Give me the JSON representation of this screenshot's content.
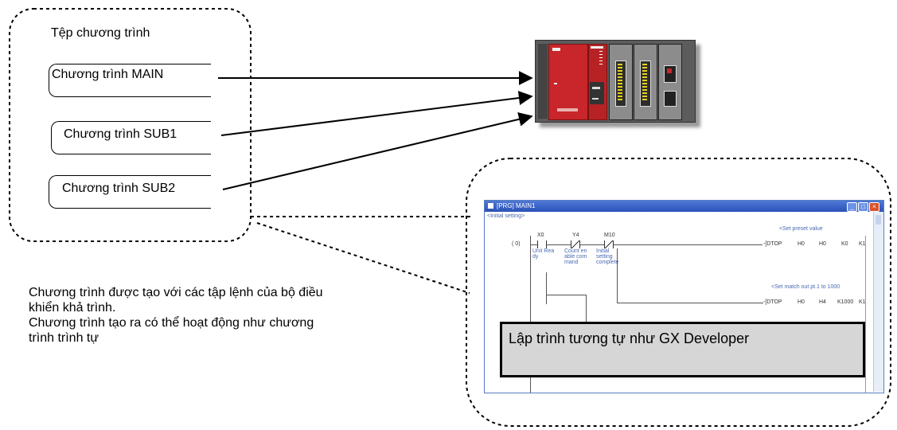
{
  "program_file": {
    "title": "Tệp chương trình",
    "programs": [
      "Chương trình MAIN",
      "Chương trình SUB1",
      "Chương trình SUB2"
    ]
  },
  "description": [
    "Chương trình được tạo với các tập lệnh của bộ điều",
    "khiển khả trình.",
    "Chương trình tạo ra có thể hoạt động như chương",
    "trình trình tự"
  ],
  "gx_window": {
    "title": "[PRG] MAIN1",
    "comment_initial": "<Initial setting>",
    "comment_preset": "<Set preset value",
    "comment_match": "<Set match out pt.1 to 1000",
    "step": "0",
    "contacts": [
      "X0",
      "Y4",
      "M10"
    ],
    "contact_comments": [
      "Unit Rea\ndy",
      "Count en\nable com\nmand",
      "Initial\nsetting\ncomplete"
    ],
    "instr1": [
      "DTOP",
      "H0",
      "H0",
      "K0",
      "K1"
    ],
    "instr2": [
      "DTOP",
      "H0",
      "H4",
      "K1000",
      "K1"
    ]
  },
  "callout": "Lập trình tương tự như GX Developer",
  "colors": {
    "plc_red": "#c8262a",
    "window_blue": "#2a52b8",
    "callout_bg": "#d6d6d6"
  }
}
